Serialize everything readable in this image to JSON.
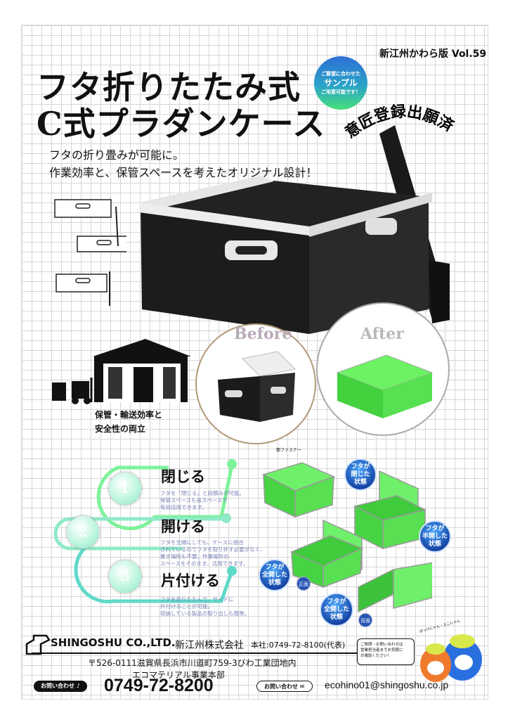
{
  "header": {
    "volume": "新江州かわら版 Vol.59",
    "title_line1": "フタ折りたたみ式",
    "title_line2": "C式プラダンケース",
    "subtitle_line1": "フタの折り畳みが可能に。",
    "subtitle_line2": "作業効率と、保管スペースを考えたオリジナル設計！"
  },
  "badge": {
    "line1": "ご要望に合わせた",
    "line2": "サンプル",
    "line3": "ご用意可能です！"
  },
  "design_registration": "意匠登録出願済",
  "compare": {
    "before": "Before",
    "after": "After"
  },
  "warehouse_caption": {
    "line1": "保管・輸送効率と",
    "line2": "安全性の両立"
  },
  "steps": [
    {
      "num": "1",
      "title": "閉じる",
      "desc": [
        "フタを「閉じる」と段積みが可能。",
        "保管スペースも省スペースで",
        "有効活用できます。"
      ]
    },
    {
      "num": "2",
      "title": "開ける",
      "desc": [
        "フタを全開にしても、ケースに接合",
        "されているのでフタを取り外す必要がなく、",
        "置き場所も不要。作業場所の",
        "スペースをそのまま、活用できます。"
      ]
    },
    {
      "num": "3",
      "title": "片付ける",
      "desc": [
        "フタを折りたたんで、サイドに",
        "片付けることが可能。",
        "収納している製品の取り出しも簡単。"
      ]
    }
  ],
  "fastener_label": "面ファスナー",
  "states": {
    "closed": [
      "フタが",
      "閉じた",
      "状態"
    ],
    "half": [
      "フタが",
      "半開した",
      "状態"
    ],
    "open_front": [
      "フタが",
      "全開した",
      "状態"
    ],
    "open_back": [
      "フタが",
      "全開した",
      "状態"
    ],
    "front": "正面",
    "back": "背面"
  },
  "footer": {
    "company_en": "SHINGOSHU CO.,LTD.",
    "company_jp": "新江州株式会社",
    "hq": "本社:0749-72-8100(代表)",
    "address": "〒526-0111滋賀県長浜市川道町759-3びわ工業団地内",
    "division": "エコマテリアル事業本部",
    "contact_label": "お問い合わせ",
    "phone": "0749-72-8200",
    "mail_label": "お問い合わせ",
    "email": "ecohino01@shingoshu.co.jp",
    "speech": [
      "ご質問・お問い合わせは",
      "営業担当者までお気軽に",
      "お電話ください！"
    ],
    "mascots": "ぼっけにゃん・えこにゃん"
  },
  "colors": {
    "green": "#4ee65a",
    "blue": "#1e4fb0",
    "teal": "#5fd9c8"
  }
}
